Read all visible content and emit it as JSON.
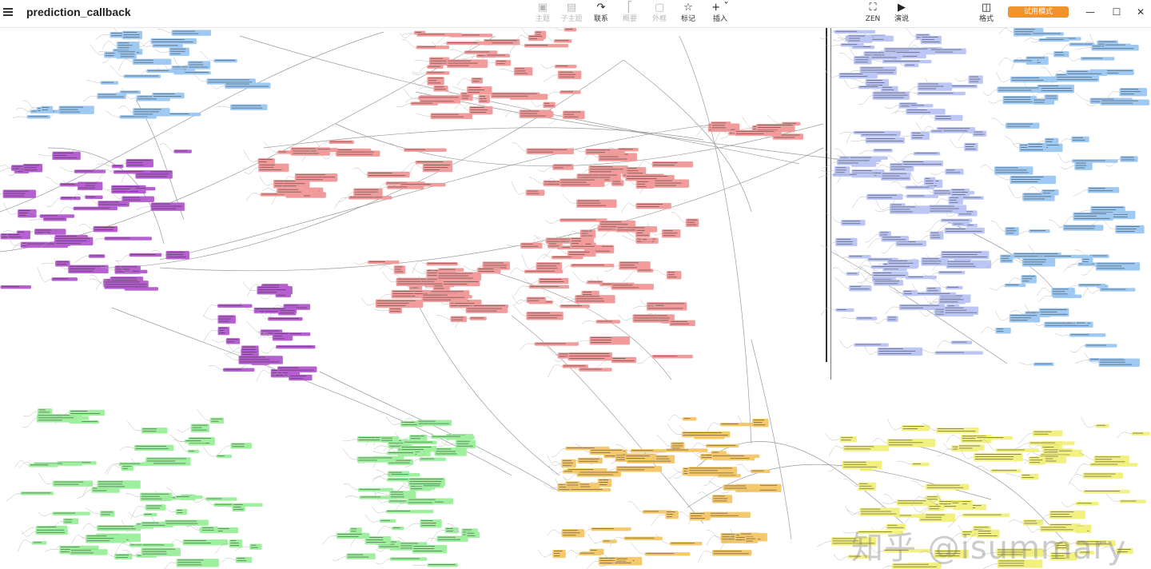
{
  "window": {
    "title": "prediction_callback"
  },
  "toolbar": {
    "topic": "主题",
    "subtopic": "子主题",
    "relation": "联系",
    "summary": "概要",
    "boundary": "外框",
    "marker": "标记",
    "insert": "插入",
    "zen": "ZEN",
    "presentation": "演说",
    "format": "格式",
    "trial_mode": "试用模式"
  },
  "watermark": {
    "text": "知乎 @isummary"
  },
  "theme_colors": {
    "accent": "#f0932e",
    "blue_node": "#9ec9f2",
    "purple_node": "#b65fd1",
    "red_node": "#f29b9b",
    "green_node": "#9ef09e",
    "yellow_node": "#f2f07e",
    "lavender_node": "#bcc6f5"
  },
  "icons": {
    "menu": "hamburger-icon",
    "topic": "topic-icon",
    "subtopic": "subtopic-icon",
    "relation": "relation-icon",
    "summary": "summary-icon",
    "boundary": "boundary-icon",
    "marker": "star-icon",
    "insert": "plus-icon",
    "zen": "fullscreen-icon",
    "presentation": "play-icon",
    "format": "format-panel-icon"
  }
}
